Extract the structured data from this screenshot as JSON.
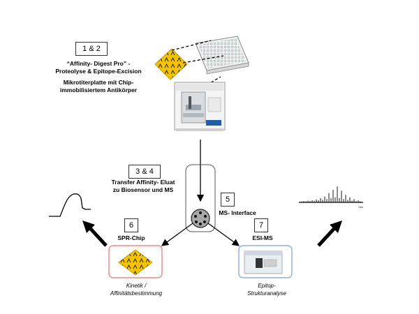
{
  "steps": {
    "s12": "1 & 2",
    "s34": "3 & 4",
    "s5": "5",
    "s6": "6",
    "s7": "7"
  },
  "labels": {
    "digest_title": "“Affinity- Digest Pro”  -",
    "digest_sub": "Proteolyse &  Epitope-Excision",
    "plate_line1": "Mikrotiterplatte mit Chip-",
    "plate_line2": "immobilisiertem Antikörper",
    "transfer_line1": "Transfer  Affinity- Eluat",
    "transfer_line2": "zu Biosensor und MS",
    "ms_interface": "MS- Interface",
    "spr_chip": "SPR-Chip",
    "esi_ms": "ESI-MS",
    "kinetik_line1": "Kinetik /",
    "kinetik_line2": "Affinitätsbestimmung",
    "epitop_line1": "Epitop-",
    "epitop_line2": "Strukturanalyse",
    "spectrum_axis": "m/z"
  },
  "colors": {
    "chip_yellow": "#f5c400",
    "spr_border": "#e87070",
    "esi_border": "#7a9fd6",
    "arrow": "#000000"
  }
}
